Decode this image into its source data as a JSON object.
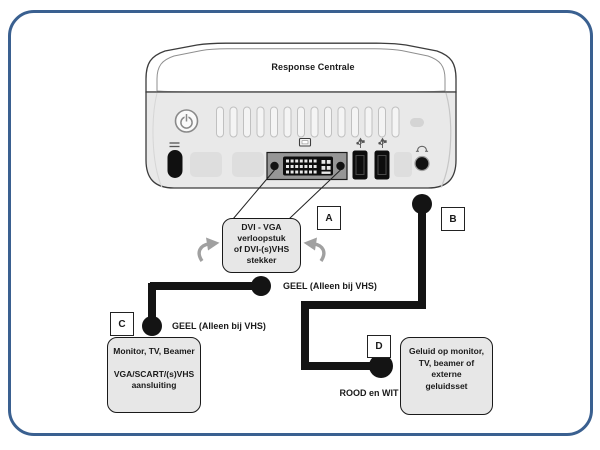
{
  "device": {
    "title": "Response Centrale"
  },
  "connector_labels": {
    "a": "A",
    "b": "B",
    "c": "C",
    "d": "D"
  },
  "adapter_note": {
    "line1": "DVI - VGA",
    "line2": "verloopstuk",
    "line3": "of DVI-(s)VHS",
    "line4": "stekker"
  },
  "video_note": {
    "line1": "Monitor, TV, Beamer",
    "line2": "VGA/SCART/(s)VHS",
    "line3": "aansluiting"
  },
  "audio_note": {
    "line1": "Geluid op monitor,",
    "line2": "TV, beamer of",
    "line3": "externe",
    "line4": "geluidsset"
  },
  "cable_labels": {
    "yellow_top": "GEEL (Alleen bij VHS)",
    "yellow_bottom": "GEEL (Alleen bij VHS)",
    "red_white": "ROOD en WIT"
  },
  "colors": {
    "frame_blue": "#3a6090",
    "cable_black": "#141414",
    "note_fill": "#e7e7e7",
    "device_fill": "#e9e9e9"
  }
}
